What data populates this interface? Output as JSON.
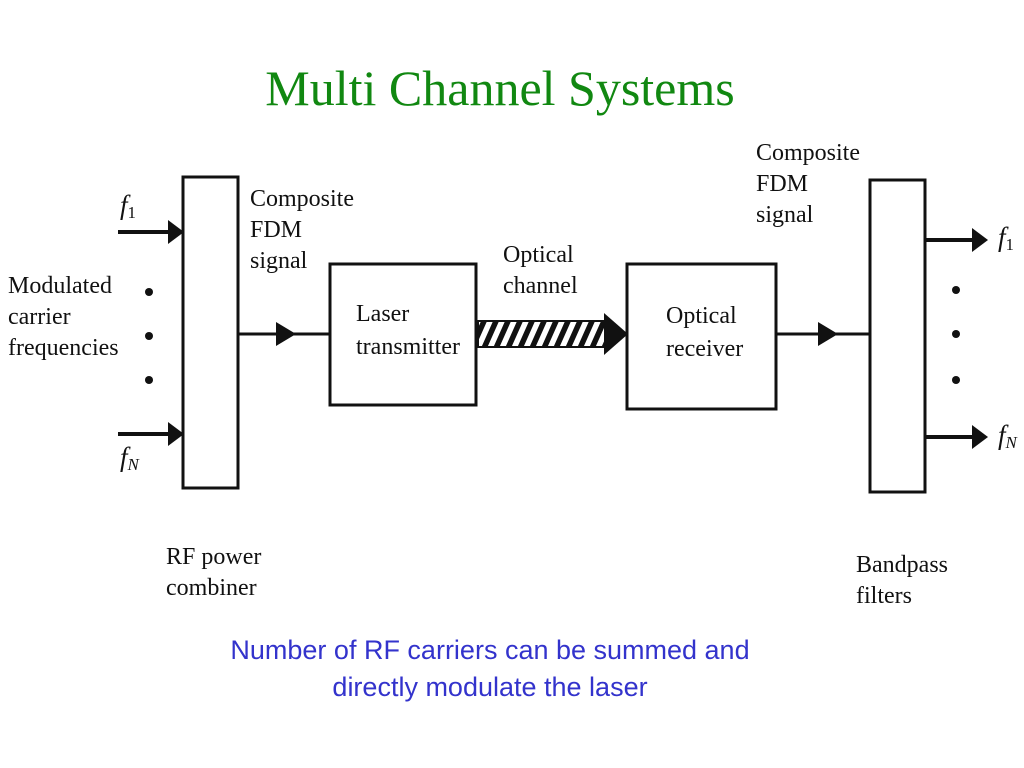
{
  "title": "Multi Channel Systems",
  "colors": {
    "title": "#118811",
    "caption": "#3333cc",
    "stroke": "#111111"
  },
  "inputs": {
    "first": {
      "base": "f",
      "sub": "1"
    },
    "last": {
      "base": "f",
      "sub": "N"
    },
    "label": [
      "Modulated",
      "carrier",
      "frequencies"
    ]
  },
  "combiner": {
    "label": [
      "RF power",
      "combiner"
    ],
    "output_label": [
      "Composite",
      "FDM",
      "signal"
    ]
  },
  "transmitter": {
    "label": [
      "Laser",
      "transmitter"
    ]
  },
  "channel": {
    "label": [
      "Optical",
      "channel"
    ]
  },
  "receiver": {
    "label": [
      "Optical",
      "receiver"
    ],
    "output_label": [
      "Composite",
      "FDM",
      "signal"
    ]
  },
  "filters": {
    "label": [
      "Bandpass",
      "filters"
    ]
  },
  "outputs": {
    "first": {
      "base": "f",
      "sub": "1"
    },
    "last": {
      "base": "f",
      "sub": "N"
    }
  },
  "caption": [
    "Number of RF carriers can be summed and",
    "directly modulate the laser"
  ]
}
